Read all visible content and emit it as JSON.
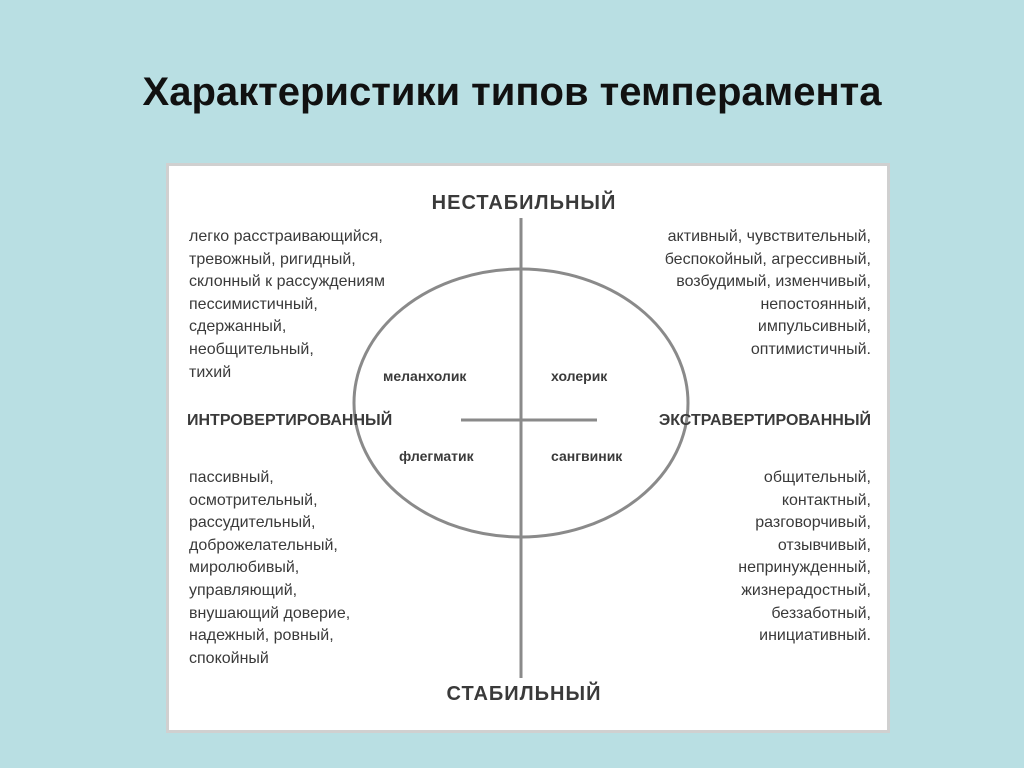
{
  "title": "Характеристики типов темперамента",
  "poles": {
    "top": "НЕСТАБИЛЬНЫЙ",
    "bottom": "СТАБИЛЬНЫЙ",
    "left": "ИНТРОВЕРТИРОВАННЫЙ",
    "right": "ЭКСТРАВЕРТИРОВАННЫЙ"
  },
  "temperaments": {
    "melancholic": "меланхолик",
    "choleric": "холерик",
    "phlegmatic": "флегматик",
    "sanguine": "сангвиник"
  },
  "traits": {
    "top_left": [
      "легко расстраивающийся,",
      "тревожный, ригидный,",
      "склонный к рассуждениям",
      "пессимистичный,",
      "сдержанный,",
      "необщительный,",
      "тихий"
    ],
    "top_right": [
      "активный, чувствительный,",
      "беспокойный, агрессивный,",
      "возбудимый, изменчивый,",
      "непостоянный,",
      "импульсивный,",
      "оптимистичный."
    ],
    "bottom_left": [
      "пассивный,",
      "осмотрительный,",
      "рассудительный,",
      "доброжелательный,",
      "миролюбивый,",
      "управляющий,",
      "внушающий доверие,",
      "надежный, ровный,",
      "спокойный"
    ],
    "bottom_right": [
      "общительный,",
      "контактный,",
      "разговорчивый,",
      "отзывчивый,",
      "непринужденный,",
      "жизнерадостный,",
      "беззаботный,",
      "инициативный."
    ]
  },
  "colors": {
    "background": "#b9dfe3",
    "figure_background": "#ffffff",
    "line": "#8a8a8a",
    "text": "#3a3a3a"
  }
}
